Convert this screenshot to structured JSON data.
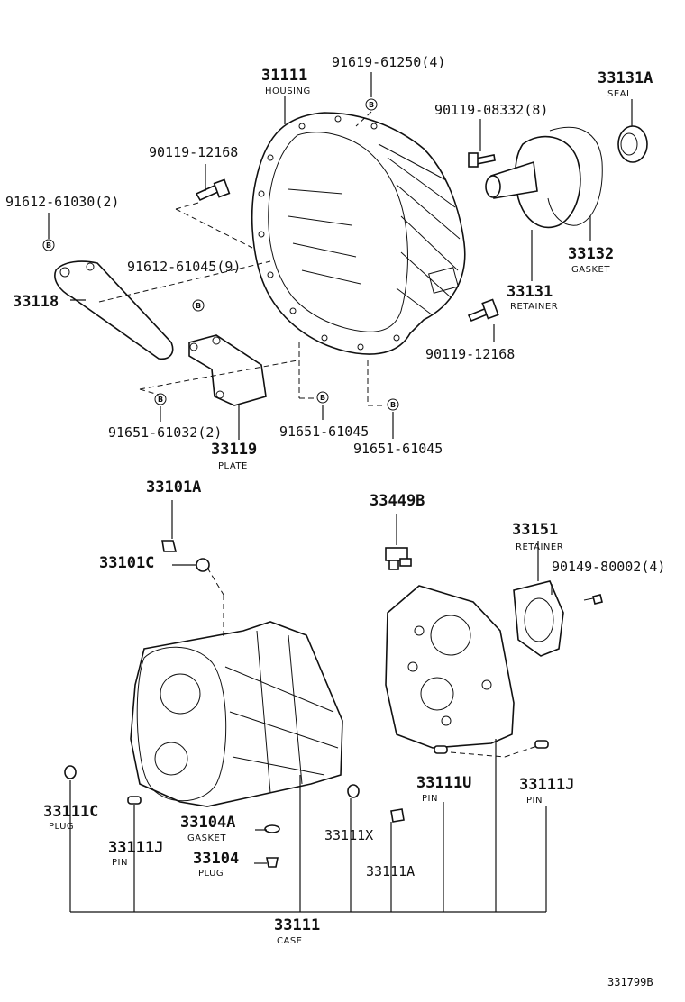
{
  "labels": {
    "p31111": "31111",
    "housing": "HOUSING",
    "p91619": "91619-61250(4)",
    "p33131A": "33131A",
    "seal": "SEAL",
    "p90119_08332": "90119-08332(8)",
    "p90119_12168a": "90119-12168",
    "p91612_61030": "91612-61030(2)",
    "p91612_61045": "91612-61045(9)",
    "p33118": "33118",
    "p33132": "33132",
    "gasket": "GASKET",
    "p33131": "33131",
    "retainer": "RETAINER",
    "p90119_12168b": "90119-12168",
    "p91651_61032": "91651-61032(2)",
    "p91651_61045a": "91651-61045",
    "p91651_61045b": "91651-61045",
    "p33119": "33119",
    "plate": "PLATE",
    "p33101A": "33101A",
    "p33449B": "33449B",
    "p33151": "33151",
    "retainer2": "RETAINER",
    "p90149": "90149-80002(4)",
    "p33101C": "33101C",
    "p33111U": "33111U",
    "pin_u": "PIN",
    "p33111J_right": "33111J",
    "pin_j_right": "PIN",
    "p33111C": "33111C",
    "plug_c": "PLUG",
    "p33104A": "33104A",
    "gasket2": "GASKET",
    "p33111X": "33111X",
    "p33111J_left": "33111J",
    "pin_j_left": "PIN",
    "p33104": "33104",
    "plug": "PLUG",
    "p33111A": "33111A",
    "p33111": "33111",
    "case": "CASE",
    "figure_no": "331799B",
    "b_marker": "B"
  }
}
